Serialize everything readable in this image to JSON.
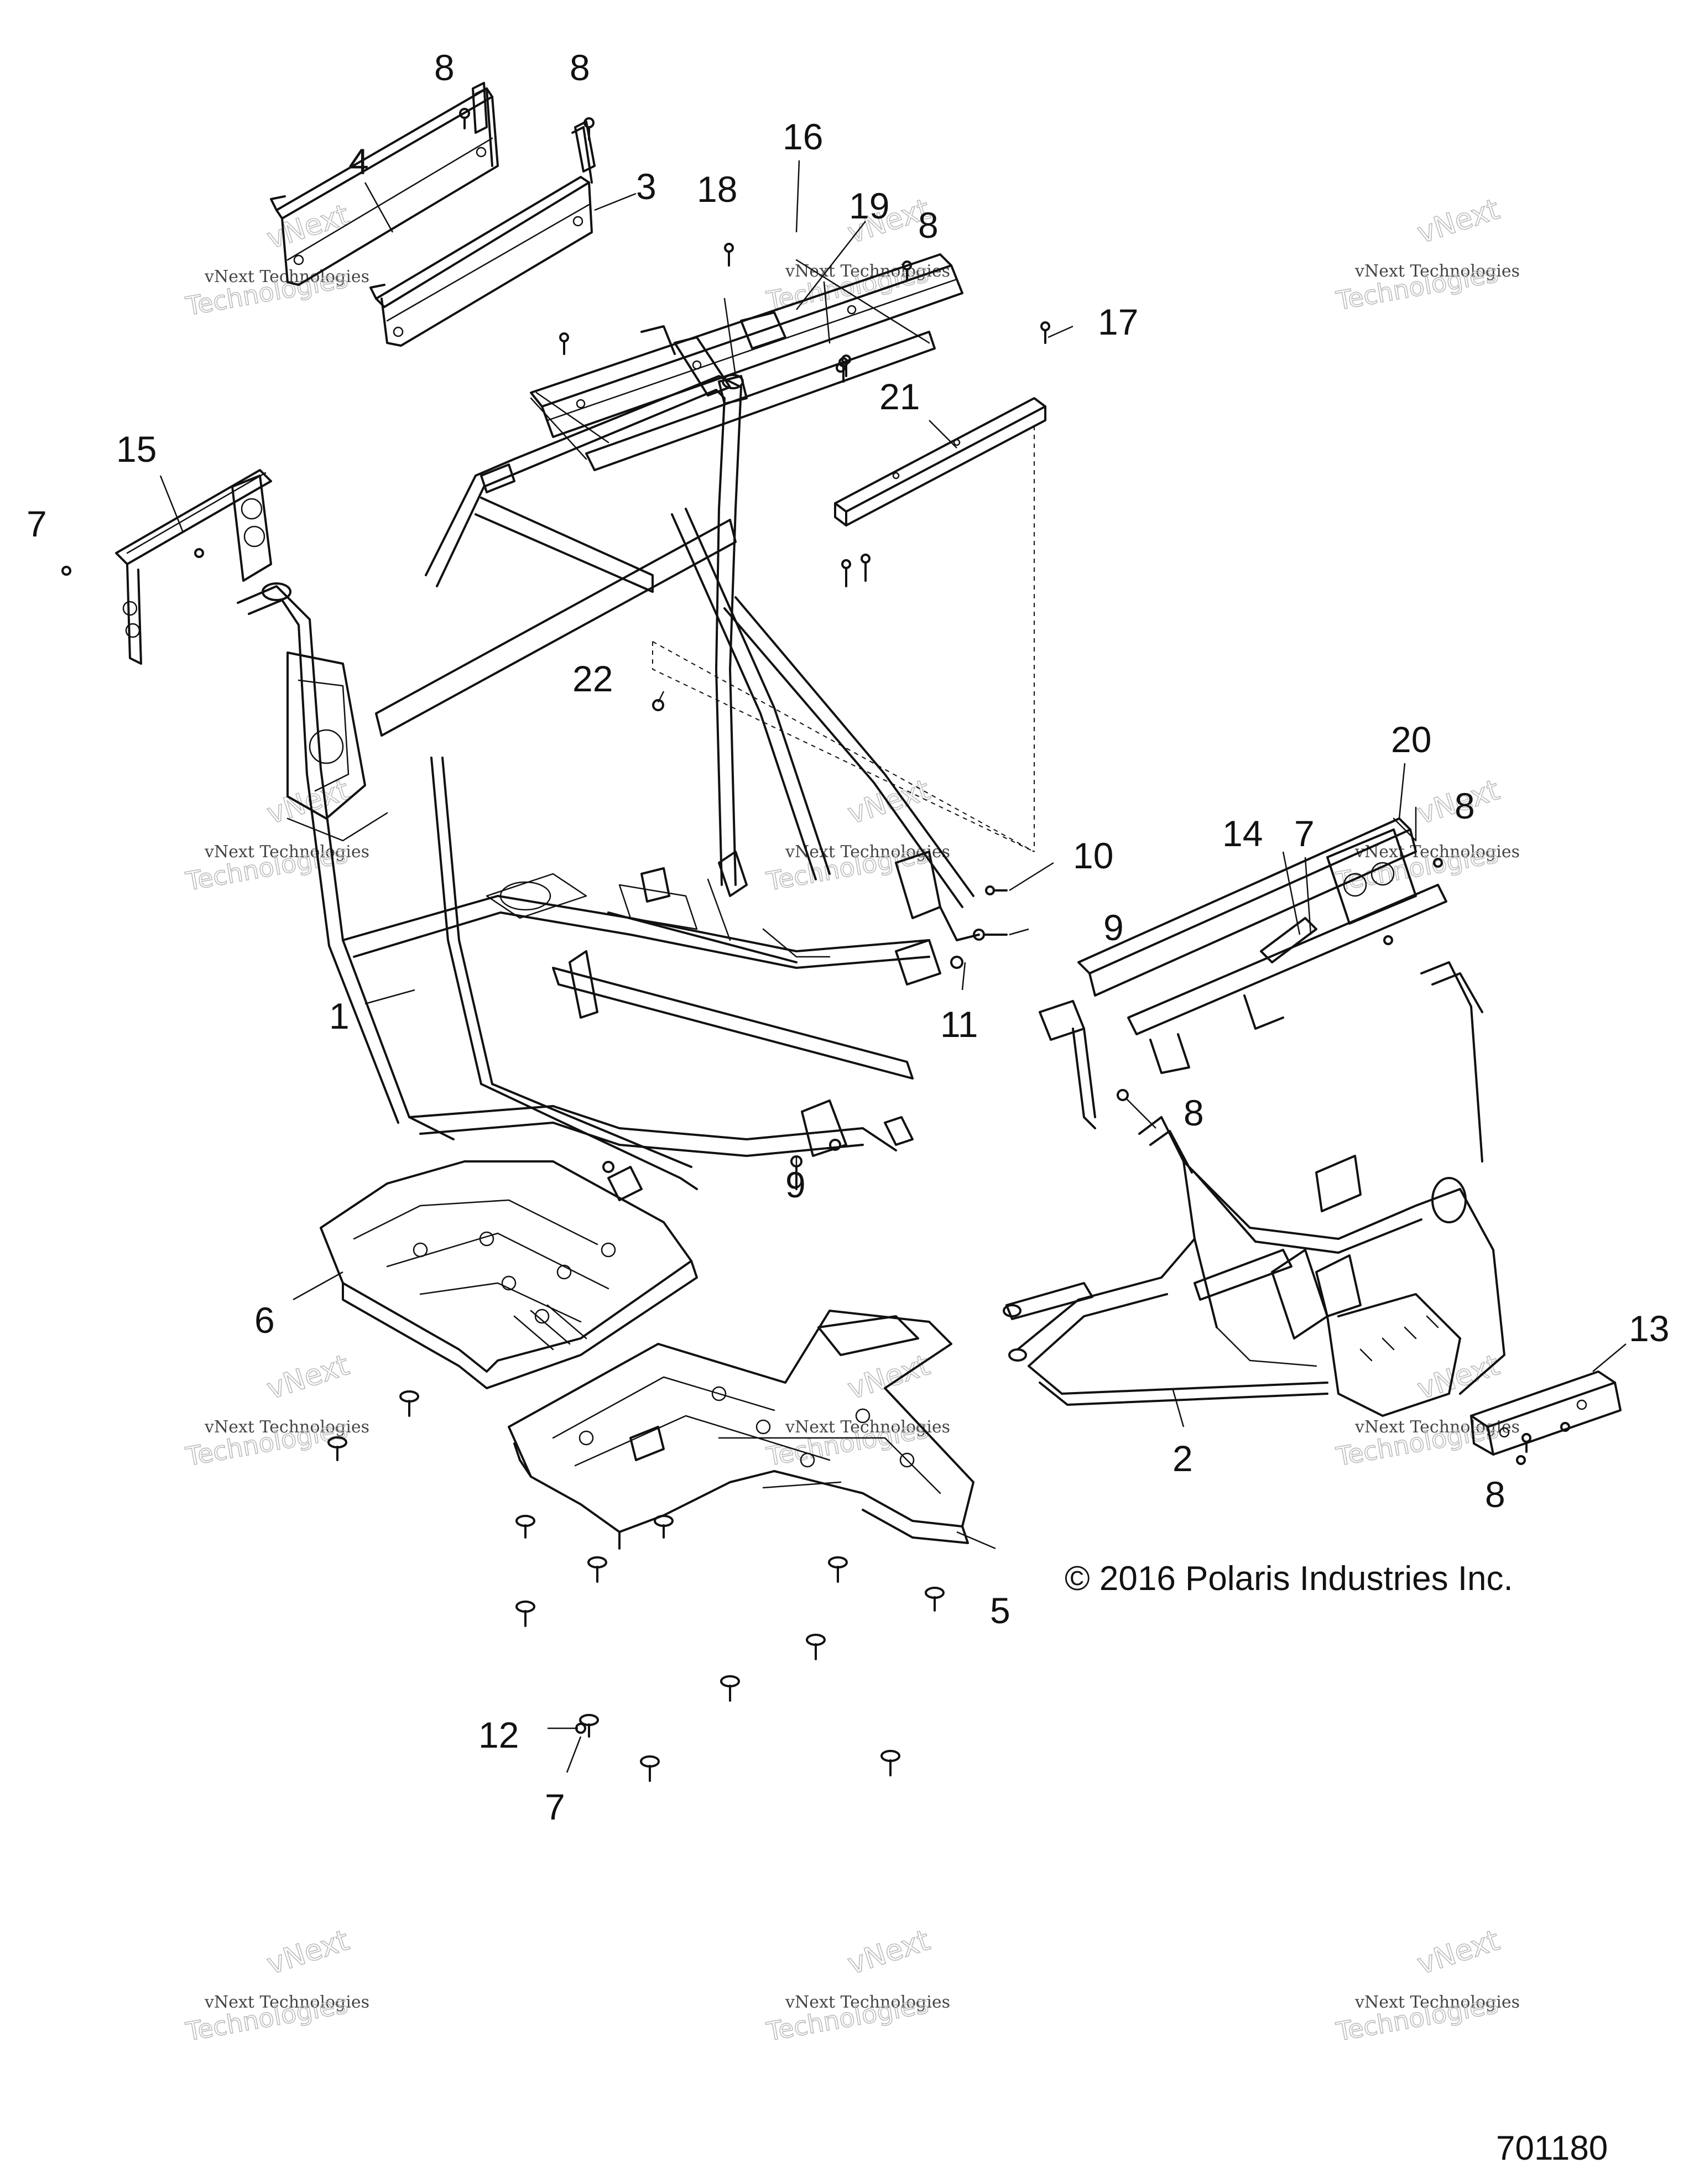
{
  "callouts": [
    {
      "label": "8"
    },
    {
      "label": "8"
    },
    {
      "label": "16"
    },
    {
      "label": "4"
    },
    {
      "label": "3"
    },
    {
      "label": "18"
    },
    {
      "label": "19"
    },
    {
      "label": "8"
    },
    {
      "label": "17"
    },
    {
      "label": "21"
    },
    {
      "label": "15"
    },
    {
      "label": "7"
    },
    {
      "label": "22"
    },
    {
      "label": "20"
    },
    {
      "label": "14"
    },
    {
      "label": "7"
    },
    {
      "label": "8"
    },
    {
      "label": "10"
    },
    {
      "label": "9"
    },
    {
      "label": "1"
    },
    {
      "label": "11"
    },
    {
      "label": "8"
    },
    {
      "label": "9"
    },
    {
      "label": "6"
    },
    {
      "label": "13"
    },
    {
      "label": "2"
    },
    {
      "label": "8"
    },
    {
      "label": "5"
    },
    {
      "label": "12"
    },
    {
      "label": "7"
    }
  ],
  "copyright": "© 2016 Polaris Industries Inc.",
  "figure_number": "701180",
  "watermark": {
    "line1": "vNext",
    "line2": "vNext Technologies",
    "line3": "Technologies"
  }
}
